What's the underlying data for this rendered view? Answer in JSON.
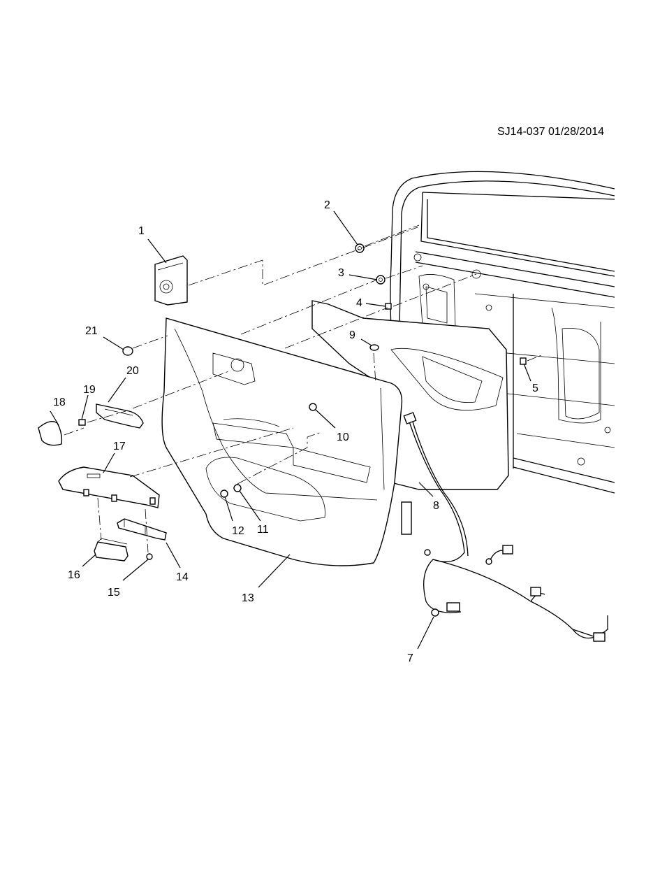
{
  "header": {
    "reference": "SJ14-037 01/28/2014"
  },
  "callouts": [
    {
      "id": "c1",
      "text": "1"
    },
    {
      "id": "c2",
      "text": "2"
    },
    {
      "id": "c3",
      "text": "3"
    },
    {
      "id": "c4",
      "text": "4"
    },
    {
      "id": "c5",
      "text": "5"
    },
    {
      "id": "c7",
      "text": "7"
    },
    {
      "id": "c8",
      "text": "8"
    },
    {
      "id": "c9",
      "text": "9"
    },
    {
      "id": "c10",
      "text": "10"
    },
    {
      "id": "c11",
      "text": "11"
    },
    {
      "id": "c12",
      "text": "12"
    },
    {
      "id": "c13",
      "text": "13"
    },
    {
      "id": "c14",
      "text": "14"
    },
    {
      "id": "c15",
      "text": "15"
    },
    {
      "id": "c16",
      "text": "16"
    },
    {
      "id": "c17",
      "text": "17"
    },
    {
      "id": "c18",
      "text": "18"
    },
    {
      "id": "c19",
      "text": "19"
    },
    {
      "id": "c20",
      "text": "20"
    },
    {
      "id": "c21",
      "text": "21"
    }
  ]
}
